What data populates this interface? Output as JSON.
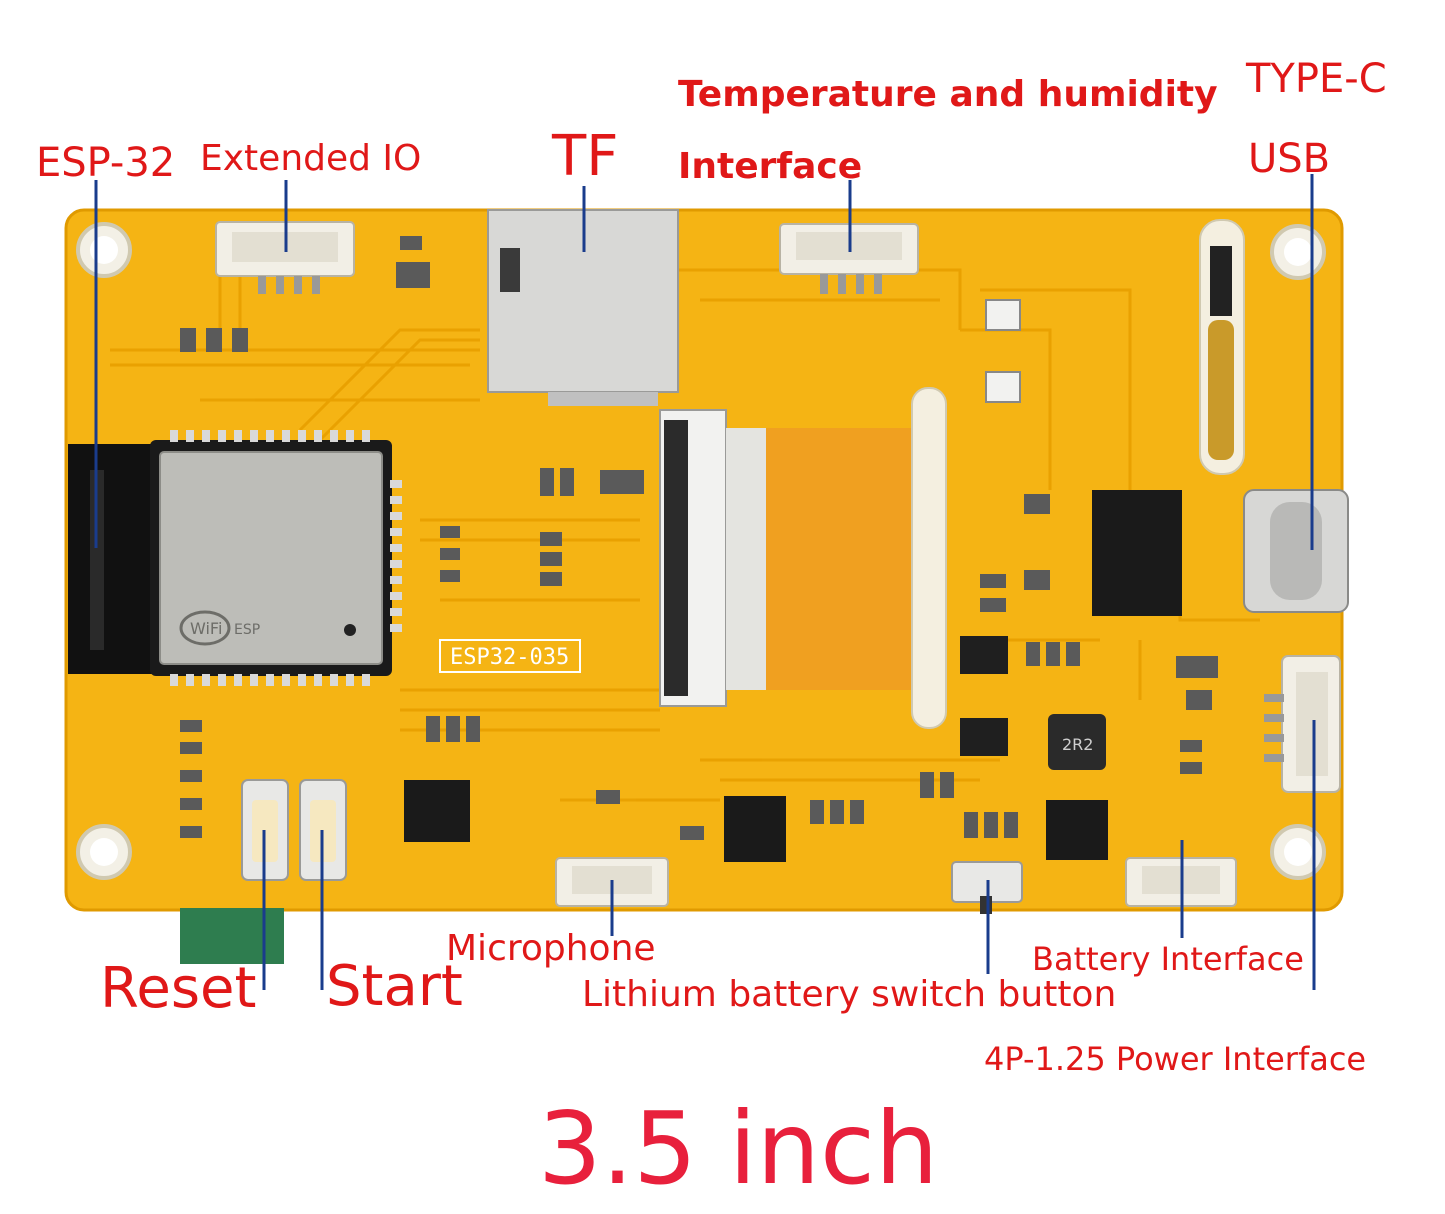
{
  "labels": {
    "esp32": "ESP-32",
    "extended_io": "Extended IO",
    "tf": "TF",
    "temp_humidity_line1": "Temperature and humidity",
    "temp_humidity_line2": "Interface",
    "typec_line1": "TYPE-C",
    "typec_line2": "USB",
    "reset": "Reset",
    "start": "Start",
    "microphone": "Microphone",
    "lithium_switch": "Lithium battery switch button",
    "battery_interface": "Battery Interface",
    "power_interface": "4P-1.25 Power Interface",
    "size": "3.5 inch"
  },
  "board": {
    "silkscreen_model": "ESP32-035",
    "module_wifi": "WiFi",
    "module_esp": "ESP",
    "inductor_marking": "2R2"
  },
  "colors": {
    "board": "#f5b414",
    "label_red": "#e01818",
    "label_pink": "#e8203c",
    "leader_line": "#1a3c8c"
  }
}
